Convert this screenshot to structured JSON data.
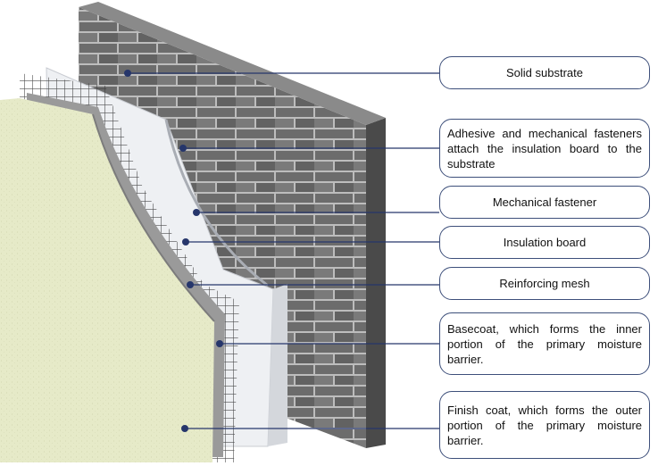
{
  "diagram": {
    "labels": [
      {
        "id": "solid-substrate",
        "text": "Solid substrate"
      },
      {
        "id": "adhesive-fasteners",
        "text": "Adhesive and mechanical fasteners attach the insulation board to the substrate"
      },
      {
        "id": "mechanical-fastener",
        "text": "Mechanical fastener"
      },
      {
        "id": "insulation-board",
        "text": "Insulation board"
      },
      {
        "id": "reinforcing-mesh",
        "text": "Reinforcing mesh"
      },
      {
        "id": "basecoat",
        "text": "Basecoat, which forms the inner portion of the primary moisture barrier."
      },
      {
        "id": "finish-coat",
        "text": "Finish coat, which forms the outer portion of the primary moisture barrier."
      }
    ],
    "colors": {
      "brick": "#6e6e6e",
      "mortar": "#bdbdbd",
      "wall_side": "#4a4a4a",
      "finish_coat": "#e6eac8",
      "insulation": "#eef0f3",
      "basecoat": "#9a9a9a",
      "mesh": "#3a3a3a",
      "leader_line": "#26366b",
      "callout_border": "#3d4f7a"
    }
  }
}
